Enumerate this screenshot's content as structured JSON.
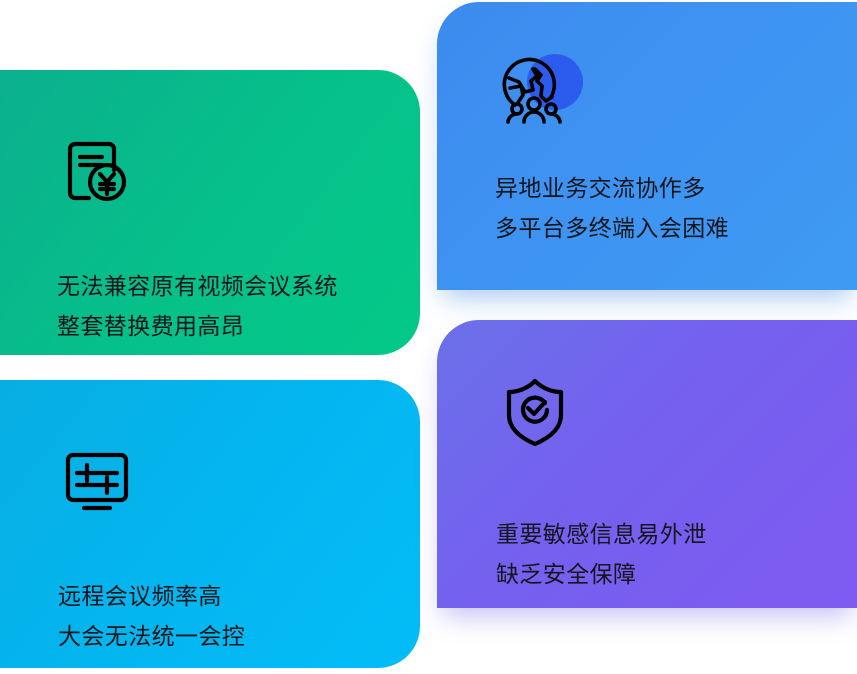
{
  "cards": [
    {
      "id": "compatibility",
      "icon": "invoice-yen-icon",
      "accent": "#06C08A",
      "lines": [
        "无法兼容原有视频会议系统",
        "整套替换费用高昂"
      ]
    },
    {
      "id": "remote-collaboration",
      "icon": "globe-people-icon",
      "accent": "#3E93F2",
      "blob_color": "#2B5CEE",
      "lines": [
        "异地业务交流协作多",
        "多平台多终端入会困难"
      ]
    },
    {
      "id": "meeting-control",
      "icon": "monitor-sliders-icon",
      "accent": "#04B6F0",
      "lines": [
        "远程会议频率高",
        "大会无法统一会控"
      ]
    },
    {
      "id": "security",
      "icon": "shield-check-icon",
      "accent": "#7560EF",
      "lines": [
        "重要敏感信息易外泄",
        "缺乏安全保障"
      ]
    }
  ]
}
